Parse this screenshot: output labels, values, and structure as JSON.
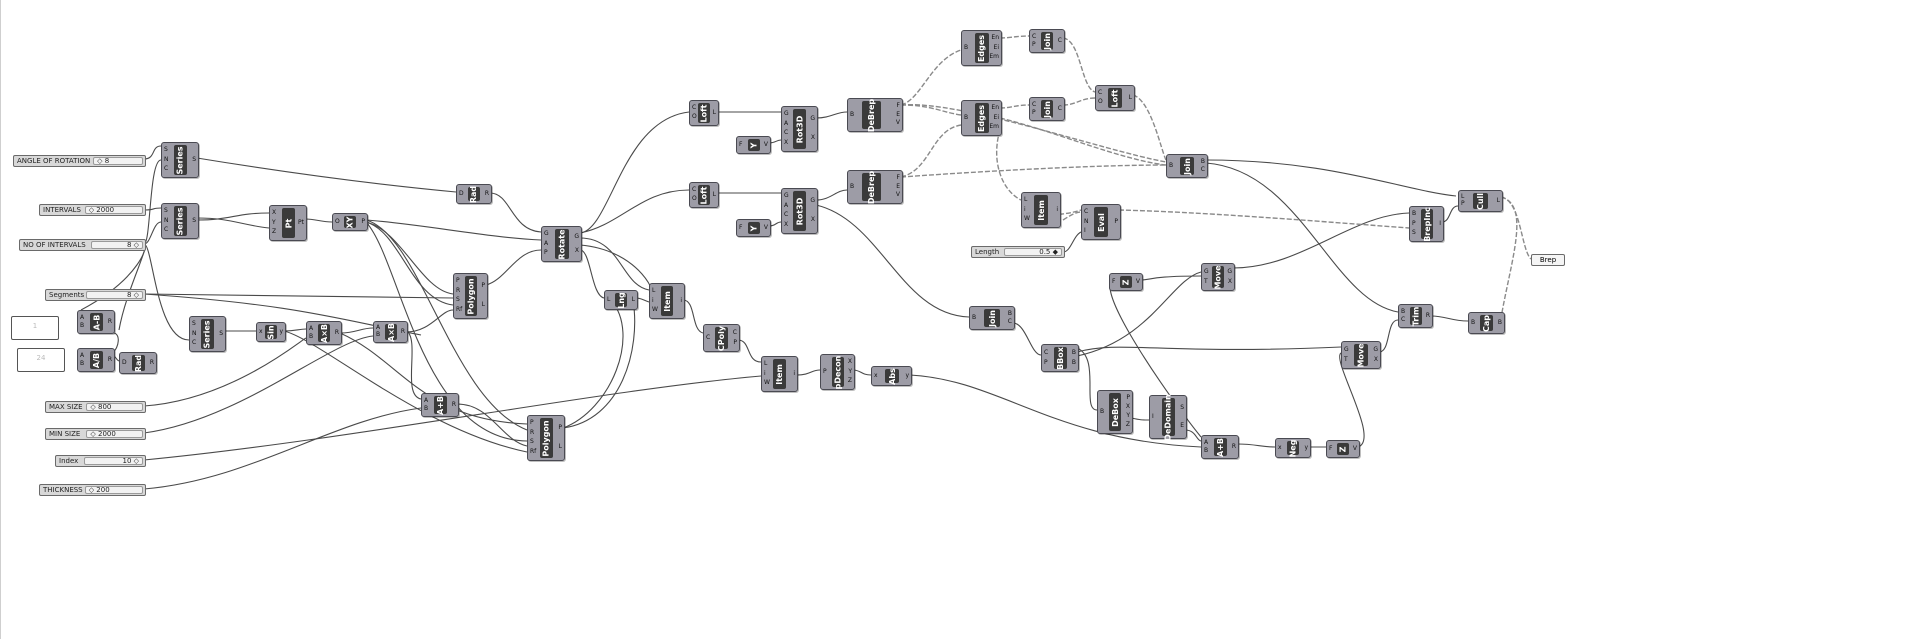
{
  "components": [
    {
      "id": "series1",
      "name": "Series",
      "inputs": [
        "S",
        "N",
        "C"
      ],
      "outputs": [
        "S"
      ]
    },
    {
      "id": "series2",
      "name": "Series",
      "inputs": [
        "S",
        "N",
        "C"
      ],
      "outputs": [
        "S"
      ]
    },
    {
      "id": "pt",
      "name": "Pt",
      "inputs": [
        "X",
        "Y",
        "Z"
      ],
      "outputs": [
        "Pt"
      ]
    },
    {
      "id": "xy",
      "name": "XY",
      "inputs": [
        "O"
      ],
      "outputs": [
        "P"
      ]
    },
    {
      "id": "rad1",
      "name": "Rad",
      "inputs": [
        "D"
      ],
      "outputs": [
        "R"
      ]
    },
    {
      "id": "rotate",
      "name": "Rotate",
      "inputs": [
        "G",
        "A",
        "P"
      ],
      "outputs": [
        "G",
        "X"
      ]
    },
    {
      "id": "polygon1",
      "name": "Polygon",
      "inputs": [
        "P",
        "R",
        "S",
        "Rf"
      ],
      "outputs": [
        "P",
        "L"
      ]
    },
    {
      "id": "amb",
      "name": "A-B",
      "inputs": [
        "A",
        "B"
      ],
      "outputs": [
        "R"
      ]
    },
    {
      "id": "adb",
      "name": "A/B",
      "inputs": [
        "A",
        "B"
      ],
      "outputs": [
        "R"
      ]
    },
    {
      "id": "rad2",
      "name": "Rad",
      "inputs": [
        "D"
      ],
      "outputs": [
        "R"
      ]
    },
    {
      "id": "series3",
      "name": "Series",
      "inputs": [
        "S",
        "N",
        "C"
      ],
      "outputs": [
        "S"
      ]
    },
    {
      "id": "sin",
      "name": "Sin",
      "inputs": [
        "x"
      ],
      "outputs": [
        "y"
      ]
    },
    {
      "id": "axb1",
      "name": "A×B",
      "inputs": [
        "A",
        "B"
      ],
      "outputs": [
        "R"
      ]
    },
    {
      "id": "axb2",
      "name": "A×B",
      "inputs": [
        "A",
        "B"
      ],
      "outputs": [
        "R"
      ]
    },
    {
      "id": "apb",
      "name": "A+B",
      "inputs": [
        "A",
        "B"
      ],
      "outputs": [
        "R"
      ]
    },
    {
      "id": "polygon2",
      "name": "Polygon",
      "inputs": [
        "P",
        "R",
        "S",
        "Rf"
      ],
      "outputs": [
        "P",
        "L"
      ]
    },
    {
      "id": "lng",
      "name": "Lng",
      "inputs": [
        "L"
      ],
      "outputs": [
        "L"
      ]
    },
    {
      "id": "item1",
      "name": "Item",
      "inputs": [
        "L",
        "i",
        "W"
      ],
      "outputs": [
        "i"
      ]
    },
    {
      "id": "loft1",
      "name": "Loft",
      "inputs": [
        "C",
        "O"
      ],
      "outputs": [
        "L"
      ]
    },
    {
      "id": "loft2",
      "name": "Loft",
      "inputs": [
        "C",
        "O"
      ],
      "outputs": [
        "L"
      ]
    },
    {
      "id": "y1",
      "name": "Y",
      "inputs": [
        "F"
      ],
      "outputs": [
        "V"
      ]
    },
    {
      "id": "y2",
      "name": "Y",
      "inputs": [
        "F"
      ],
      "outputs": [
        "V"
      ]
    },
    {
      "id": "rot3d1",
      "name": "Rot3D",
      "inputs": [
        "G",
        "A",
        "C",
        "X"
      ],
      "outputs": [
        "G",
        "X"
      ]
    },
    {
      "id": "rot3d2",
      "name": "Rot3D",
      "inputs": [
        "G",
        "A",
        "C",
        "X"
      ],
      "outputs": [
        "G",
        "X"
      ]
    },
    {
      "id": "debrep1",
      "name": "DeBrep",
      "inputs": [
        "B"
      ],
      "outputs": [
        "F",
        "E",
        "V"
      ]
    },
    {
      "id": "debrep2",
      "name": "DeBrep",
      "inputs": [
        "B"
      ],
      "outputs": [
        "F",
        "E",
        "V"
      ]
    },
    {
      "id": "cpoly",
      "name": "CPoly",
      "inputs": [
        "C"
      ],
      "outputs": [
        "C",
        "P"
      ]
    },
    {
      "id": "item2",
      "name": "Item",
      "inputs": [
        "L",
        "i",
        "W"
      ],
      "outputs": [
        "i"
      ]
    },
    {
      "id": "pdecon",
      "name": "pDecon",
      "inputs": [
        "P"
      ],
      "outputs": [
        "X",
        "Y",
        "Z"
      ]
    },
    {
      "id": "abs",
      "name": "Abs",
      "inputs": [
        "x"
      ],
      "outputs": [
        "y"
      ]
    },
    {
      "id": "edges1",
      "name": "Edges",
      "inputs": [
        "B"
      ],
      "outputs": [
        "En",
        "Ei",
        "Em"
      ]
    },
    {
      "id": "edges2",
      "name": "Edges",
      "inputs": [
        "B"
      ],
      "outputs": [
        "En",
        "Ei",
        "Em"
      ]
    },
    {
      "id": "join1",
      "name": "Join",
      "inputs": [
        "C",
        "P"
      ],
      "outputs": [
        "C"
      ]
    },
    {
      "id": "join2",
      "name": "Join",
      "inputs": [
        "C",
        "P"
      ],
      "outputs": [
        "C"
      ]
    },
    {
      "id": "loft3",
      "name": "Loft",
      "inputs": [
        "C",
        "O"
      ],
      "outputs": [
        "L"
      ]
    },
    {
      "id": "join3",
      "name": "Join",
      "inputs": [
        "B"
      ],
      "outputs": [
        "B",
        "C"
      ]
    },
    {
      "id": "item3",
      "name": "Item",
      "inputs": [
        "L",
        "i",
        "W"
      ],
      "outputs": [
        "i"
      ]
    },
    {
      "id": "eval",
      "name": "Eval",
      "inputs": [
        "C",
        "N",
        "I"
      ],
      "outputs": [
        "P"
      ]
    },
    {
      "id": "join4",
      "name": "Join",
      "inputs": [
        "B"
      ],
      "outputs": [
        "B",
        "C"
      ]
    },
    {
      "id": "bbox",
      "name": "BBox",
      "inputs": [
        "C",
        "P"
      ],
      "outputs": [
        "B",
        "B"
      ]
    },
    {
      "id": "z1",
      "name": "Z",
      "inputs": [
        "F"
      ],
      "outputs": [
        "V"
      ]
    },
    {
      "id": "move1",
      "name": "Move",
      "inputs": [
        "G",
        "T"
      ],
      "outputs": [
        "G",
        "X"
      ]
    },
    {
      "id": "debox",
      "name": "DeBox",
      "inputs": [
        "B"
      ],
      "outputs": [
        "P",
        "X",
        "Y",
        "Z"
      ]
    },
    {
      "id": "dedomain",
      "name": "DeDomain",
      "inputs": [
        "I"
      ],
      "outputs": [
        "S",
        "E"
      ]
    },
    {
      "id": "apb2",
      "name": "A+B",
      "inputs": [
        "A",
        "B"
      ],
      "outputs": [
        "R"
      ]
    },
    {
      "id": "neg",
      "name": "Neg",
      "inputs": [
        "x"
      ],
      "outputs": [
        "y"
      ]
    },
    {
      "id": "z2",
      "name": "Z",
      "inputs": [
        "F"
      ],
      "outputs": [
        "V"
      ]
    },
    {
      "id": "move2",
      "name": "Move",
      "inputs": [
        "G",
        "T"
      ],
      "outputs": [
        "G",
        "X"
      ]
    },
    {
      "id": "brepinc",
      "name": "BrepInc",
      "inputs": [
        "B",
        "P",
        "S"
      ],
      "outputs": [
        "I"
      ]
    },
    {
      "id": "cull",
      "name": "Cull",
      "inputs": [
        "L",
        "P"
      ],
      "outputs": [
        "L"
      ]
    },
    {
      "id": "trim",
      "name": "Trim",
      "inputs": [
        "B",
        "C"
      ],
      "outputs": [
        "R"
      ]
    },
    {
      "id": "cap",
      "name": "Cap",
      "inputs": [
        "B"
      ],
      "outputs": [
        "B"
      ]
    }
  ],
  "sliders": [
    {
      "id": "s_angle",
      "label": "ANGLE OF ROTATION",
      "value": "◇ 8"
    },
    {
      "id": "s_intervals",
      "label": "INTERVALS",
      "value": "◇ 2000"
    },
    {
      "id": "s_nint",
      "label": "NO OF INTERVALS",
      "value": "8 ◇"
    },
    {
      "id": "s_segments",
      "label": "Segments",
      "value": "8 ◇"
    },
    {
      "id": "s_max",
      "label": "MAX SIZE",
      "value": "◇ 800"
    },
    {
      "id": "s_min",
      "label": "MIN SIZE",
      "value": "◇ 2000"
    },
    {
      "id": "s_index",
      "label": "Index",
      "value": "10 ◇"
    },
    {
      "id": "s_thick",
      "label": "THICKNESS",
      "value": "◇ 200"
    },
    {
      "id": "s_length",
      "label": "Length",
      "value": "0.5 ◆"
    }
  ],
  "panels": [
    {
      "id": "panel1",
      "text": "1"
    },
    {
      "id": "panel2",
      "text": "24"
    }
  ],
  "output": {
    "label": "Brep"
  },
  "colors": {
    "component": "#9d9ca6",
    "bar": "#3a3a3a",
    "wire": "#4a4a4a",
    "dashed_wire": "#8a8a8a",
    "canvas": "#ffffff"
  }
}
